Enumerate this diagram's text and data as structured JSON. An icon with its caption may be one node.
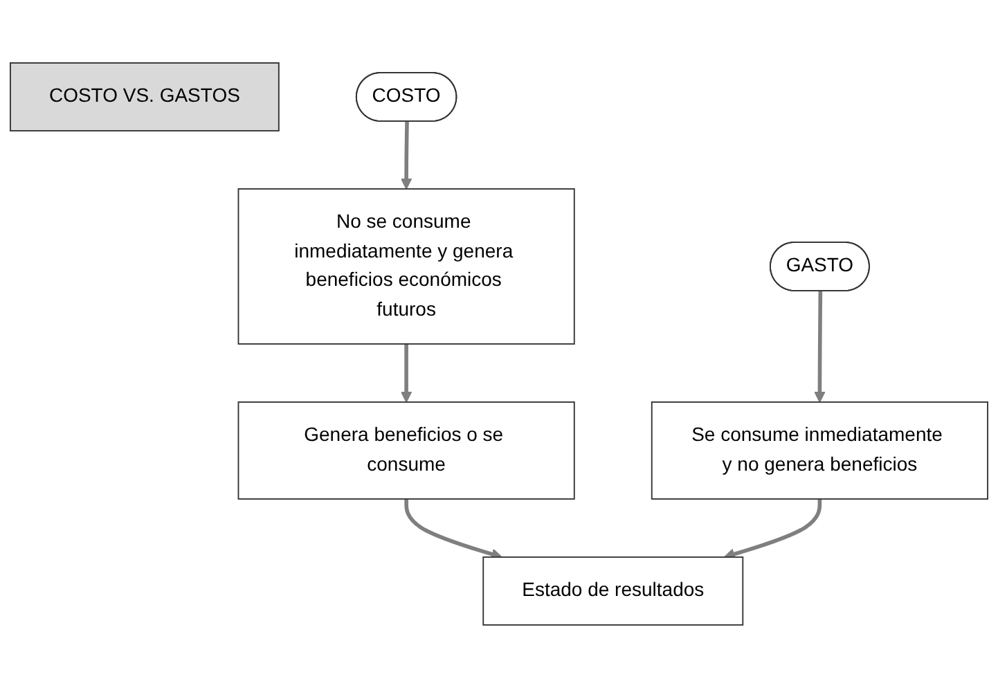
{
  "diagram": {
    "nodes": [
      {
        "text": [
          "COSTO VS. GASTOS"
        ]
      },
      {
        "text": [
          "COSTO"
        ]
      },
      {
        "text": [
          "GASTO"
        ]
      },
      {
        "text": [
          "No se consume inmediatamente y genera beneficios económicos futuros"
        ]
      },
      {
        "text": [
          "Se consume inmediatamente y no genera beneficios"
        ]
      },
      {
        "text": [
          "Genera beneficios o se consume"
        ]
      },
      {
        "text": [
          "Estado de resultados"
        ]
      }
    ],
    "edges": [
      {
        "from": 1,
        "to": 3,
        "arrow": "to"
      },
      {
        "from": 3,
        "to": 5,
        "arrow": "to"
      },
      {
        "from": 5,
        "to": 6,
        "arrow": "to"
      },
      {
        "from": 2,
        "to": 4,
        "arrow": "to"
      },
      {
        "from": 4,
        "to": 6,
        "arrow": "to"
      }
    ]
  }
}
